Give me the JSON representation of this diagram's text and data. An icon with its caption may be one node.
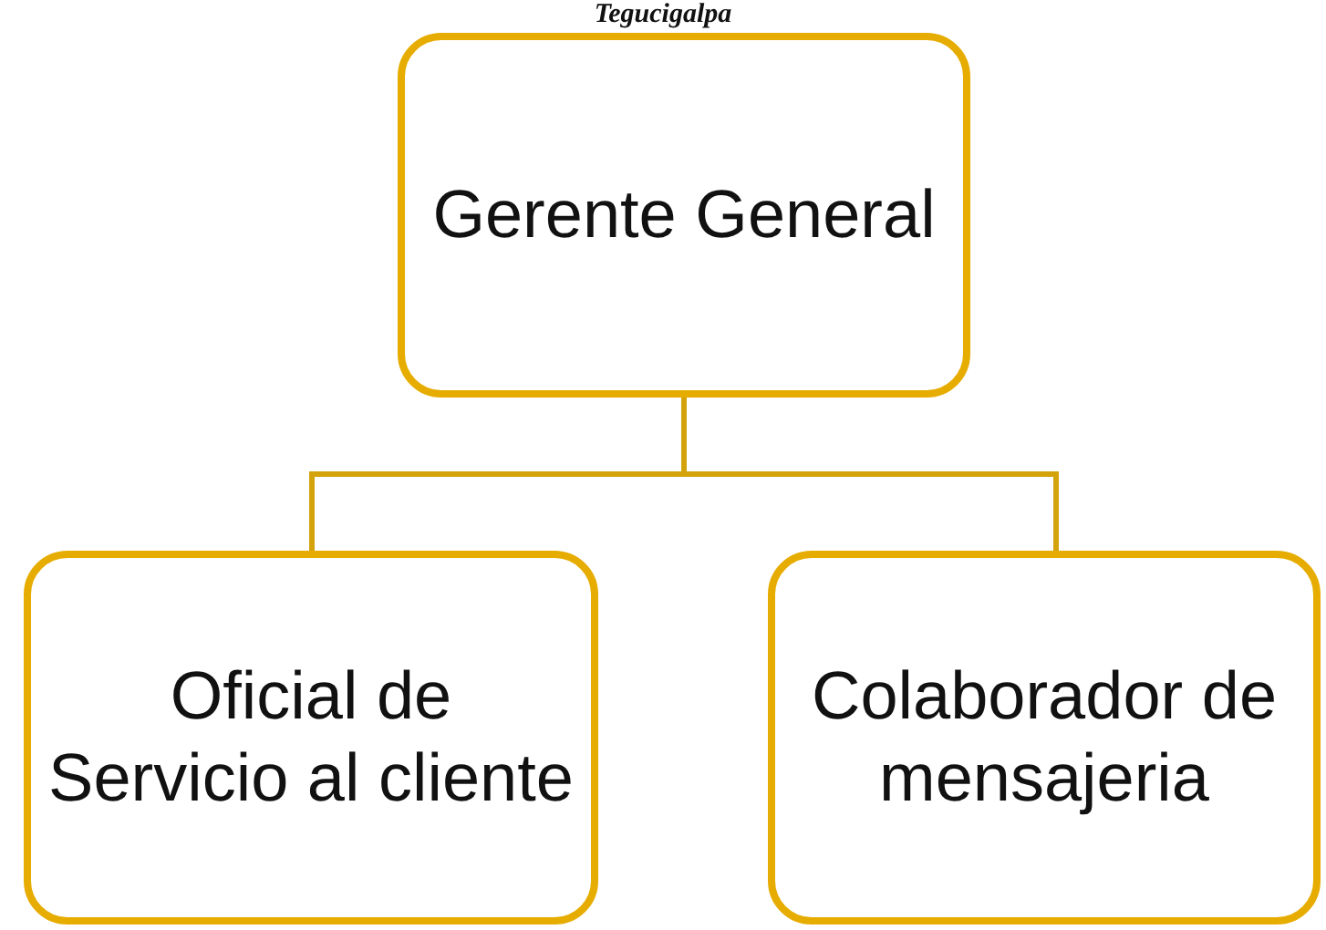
{
  "diagram": {
    "title": "Tegucigalpa",
    "nodes": [
      {
        "text": [
          "Gerente General"
        ]
      },
      {
        "text": [
          "Oficial de Servicio al cliente"
        ]
      },
      {
        "text": [
          "Colaborador de mensajeria"
        ]
      }
    ],
    "edges": [
      {
        "from": 0,
        "to": 1,
        "arrow": "none"
      },
      {
        "from": 0,
        "to": 2,
        "arrow": "none"
      }
    ]
  }
}
